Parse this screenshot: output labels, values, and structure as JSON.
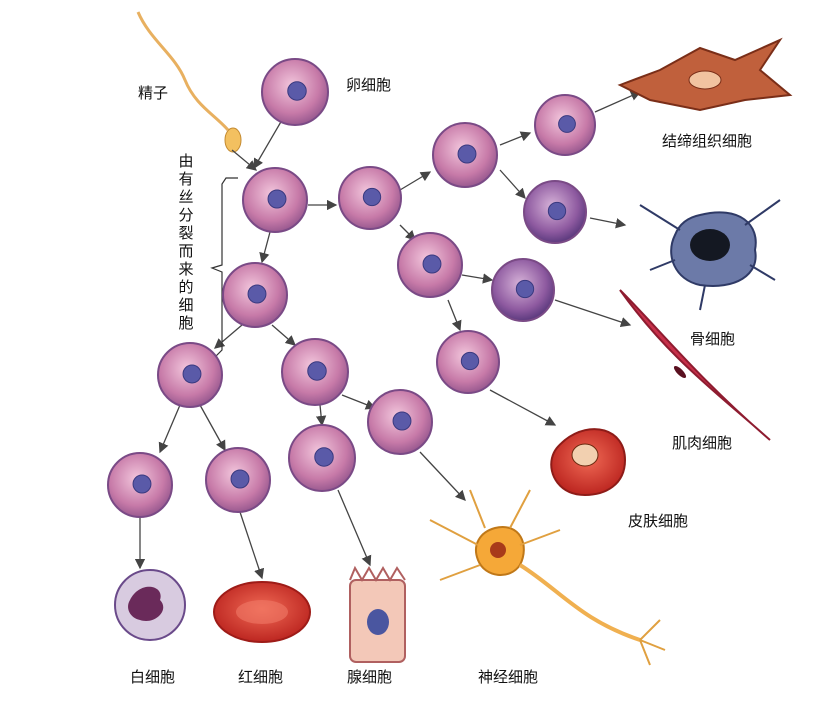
{
  "labels": {
    "sperm": "精子",
    "egg": "卵细胞",
    "division": "由有丝分裂而来的细胞",
    "connective": "结缔组织细胞",
    "bone": "骨细胞",
    "muscle": "肌肉细胞",
    "skin": "皮肤细胞",
    "white_blood": "白细胞",
    "red_blood": "红细胞",
    "gland": "腺细胞",
    "nerve": "神经细胞"
  },
  "colors": {
    "cell_fill": "#c77aa8",
    "cell_edge": "#8e4f86",
    "nucleus": "#5a5aa8",
    "arrow": "#444444",
    "red_cell": "#d8322b",
    "connective": "#b55434",
    "bone": "#5d6a98",
    "nerve": "#f0a030"
  }
}
